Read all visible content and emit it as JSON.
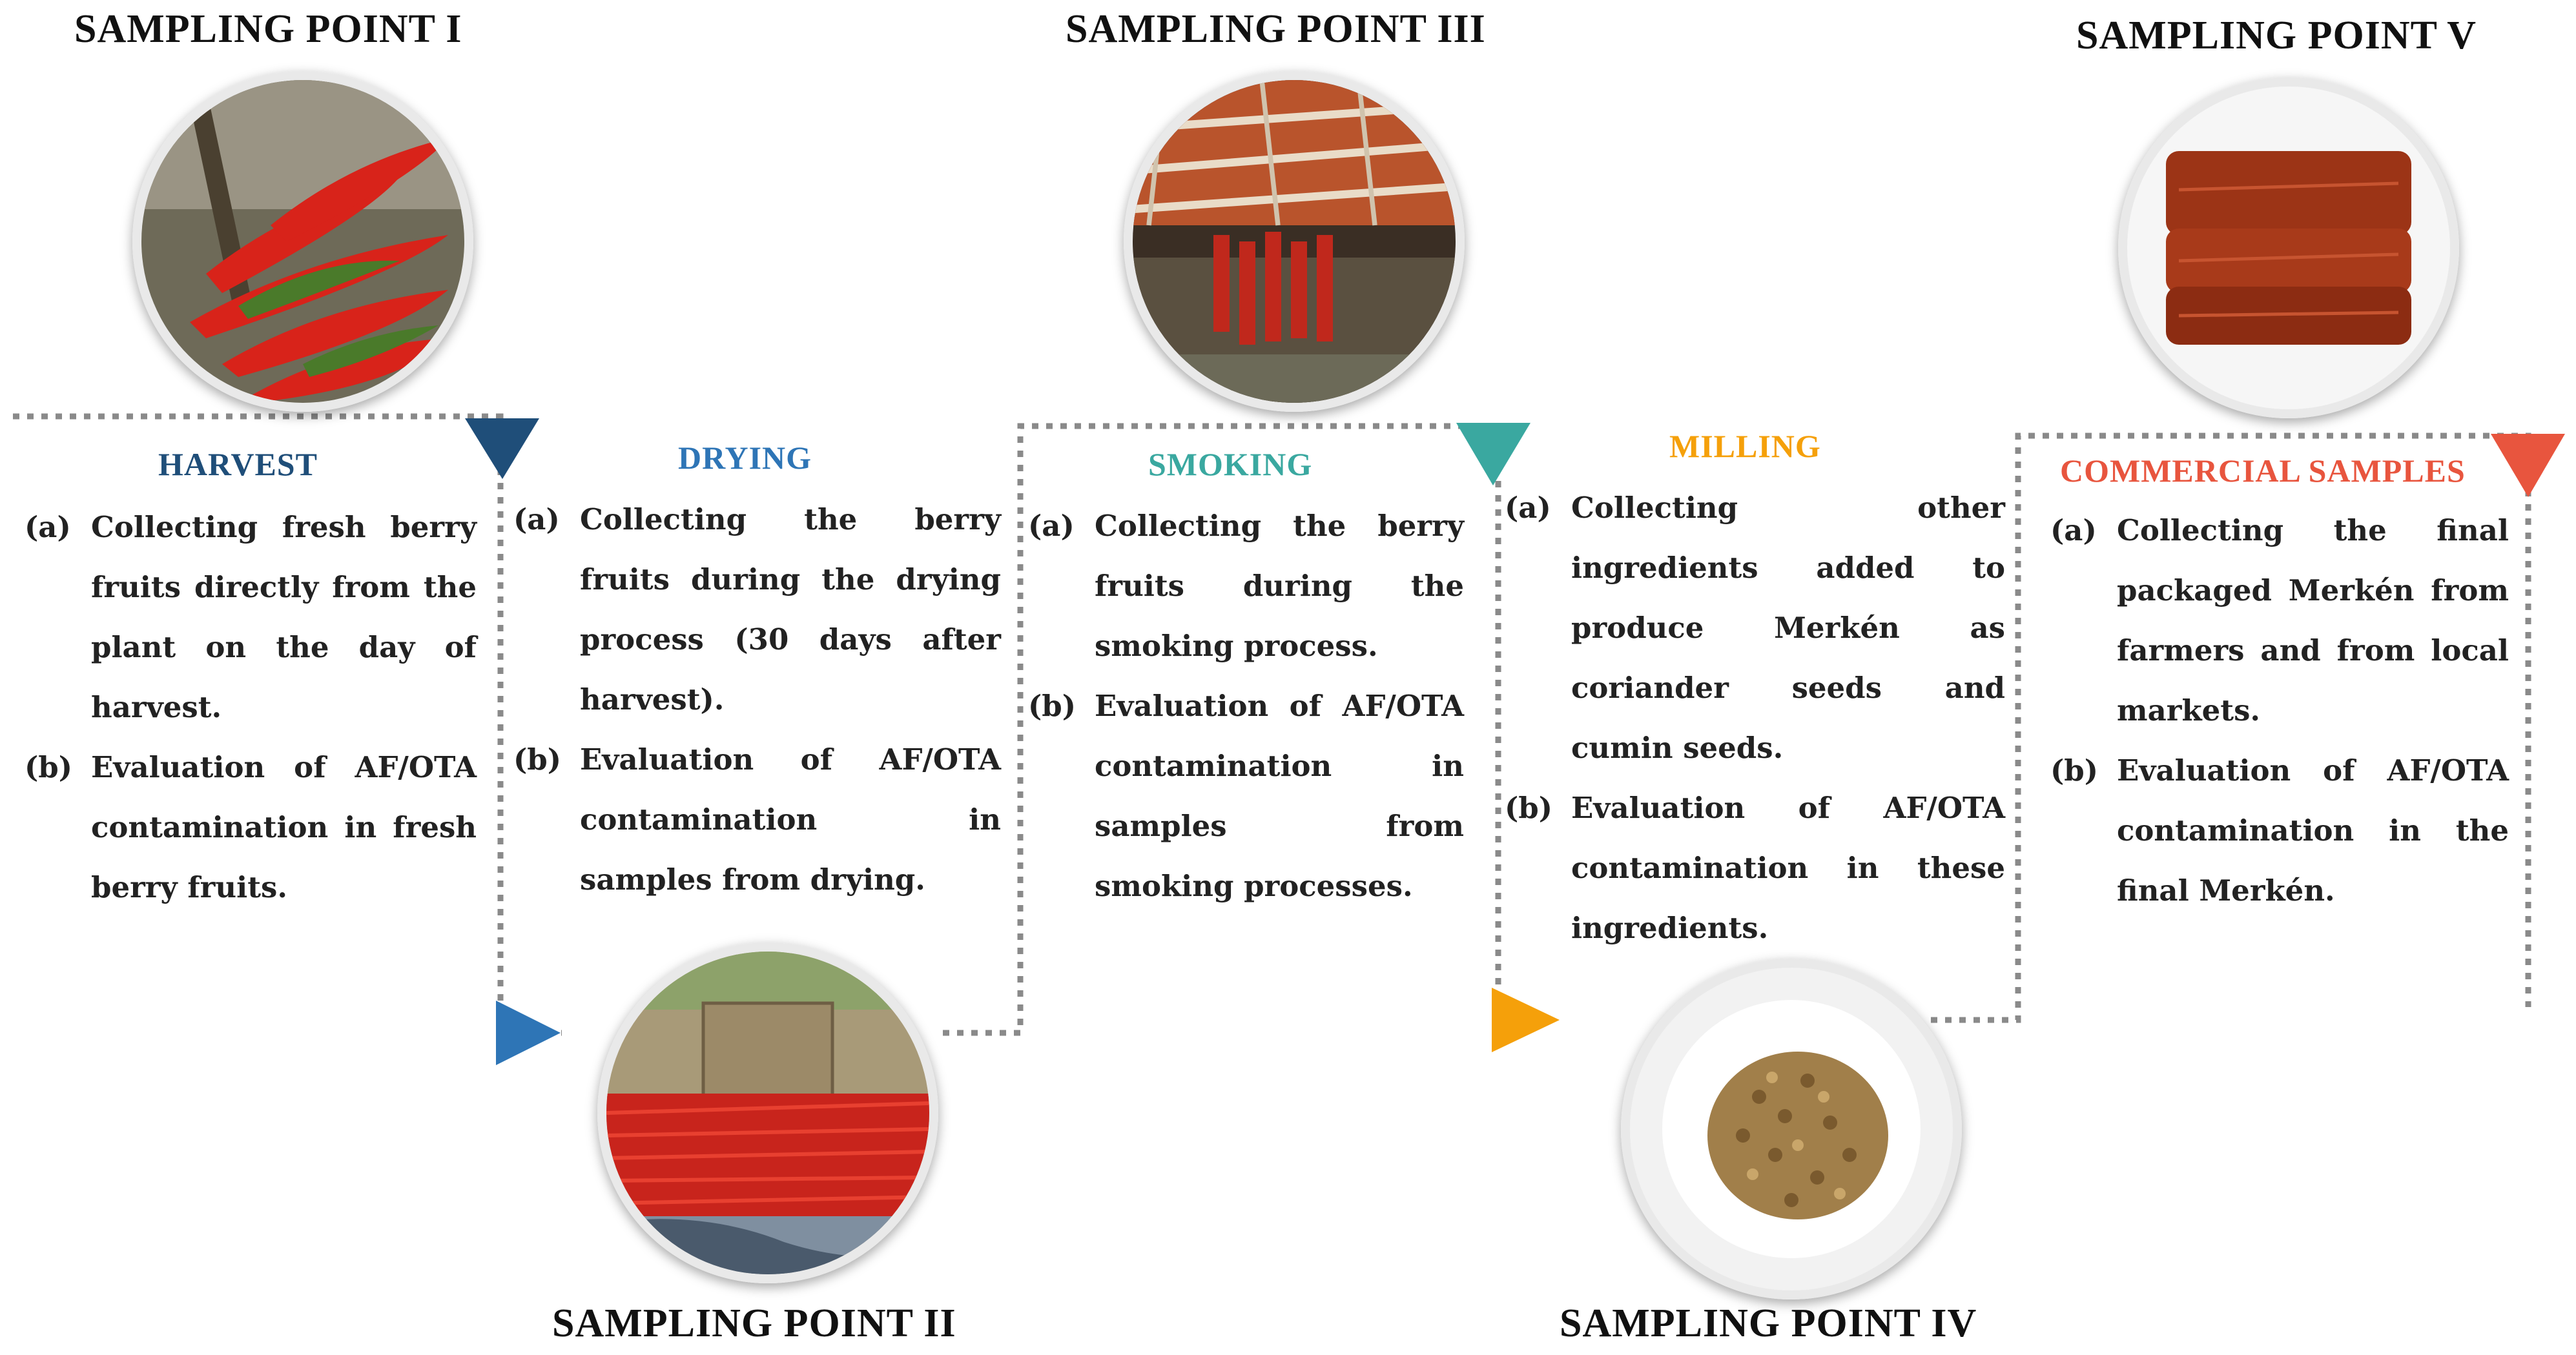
{
  "colors": {
    "harvest": "#1f4e79",
    "drying": "#2e75b6",
    "smoking": "#3aa8a0",
    "milling": "#f5a00a",
    "commercial": "#e8553e",
    "connector": "#8a8a8a"
  },
  "sampling_points": {
    "p1": "SAMPLING POINT I",
    "p2": "SAMPLING POINT II",
    "p3": "SAMPLING POINT III",
    "p4": "SAMPLING POINT IV",
    "p5": "SAMPLING POINT V"
  },
  "stages": {
    "harvest": {
      "title": "HARVEST",
      "steps": [
        {
          "label": "(a)",
          "text": "Collecting fresh berry fruits directly from the plant on the day of harvest."
        },
        {
          "label": "(b)",
          "text": "Evaluation of AF/OTA contamination in fresh berry fruits."
        }
      ]
    },
    "drying": {
      "title": "DRYING",
      "steps": [
        {
          "label": "(a)",
          "text": "Collecting the berry fruits during the drying process (30 days after harvest)."
        },
        {
          "label": "(b)",
          "text": "Evaluation of AF/OTA contamination in samples from drying."
        }
      ]
    },
    "smoking": {
      "title": "SMOKING",
      "steps": [
        {
          "label": "(a)",
          "text": "Collecting the berry fruits during the smoking process."
        },
        {
          "label": "(b)",
          "text": "Evaluation of AF/OTA contamination in samples from smoking processes."
        }
      ]
    },
    "milling": {
      "title": "MILLING",
      "steps": [
        {
          "label": "(a)",
          "text": "Collecting other ingredients added to produce Merkén as coriander seeds and cumin seeds."
        },
        {
          "label": "(b)",
          "text": "Evaluation of AF/OTA contamination in these ingredients."
        }
      ]
    },
    "commercial": {
      "title": "COMMERCIAL SAMPLES",
      "steps": [
        {
          "label": "(a)",
          "text": "Collecting the final packaged Merkén from farmers and from local markets."
        },
        {
          "label": "(b)",
          "text": "Evaluation of AF/OTA contamination in the final Merkén."
        }
      ]
    }
  },
  "photos": {
    "p1": "red chili peppers on the plant",
    "p2": "chili peppers drying in the sun",
    "p3": "chili peppers hanging under a smoking roof",
    "p4": "coriander seeds on a dish",
    "p5": "packaged Merkén powder"
  }
}
